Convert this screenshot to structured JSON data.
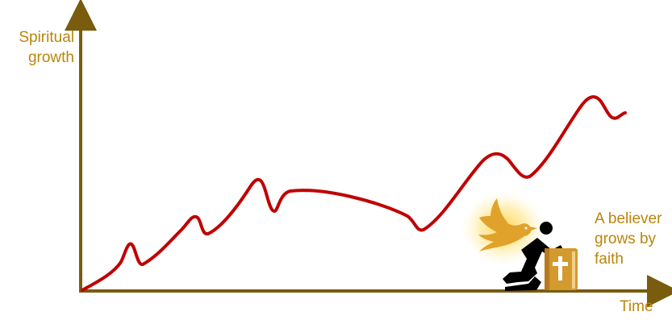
{
  "labels": {
    "y_axis": [
      "Spiritual",
      "growth"
    ],
    "x_axis": "Time",
    "caption": [
      "A believer",
      "grows by",
      "faith"
    ]
  },
  "colors": {
    "axis": "#7a5c0f",
    "curve": "#c00000",
    "label": "#b8860b",
    "glow": "#ffd24a",
    "dove": "#e0a22a",
    "bible": "#d39a2e",
    "figure": "#000000"
  },
  "icons": [
    "dove-icon",
    "praying-person-icon",
    "bible-icon"
  ]
}
